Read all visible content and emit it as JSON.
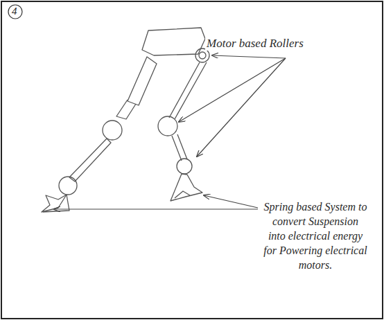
{
  "diagram": {
    "labels": [
      "4",
      "Motor based Rollers",
      "Spring based System to convert Suspension into electrical energy for Powering electrical motors."
    ]
  }
}
